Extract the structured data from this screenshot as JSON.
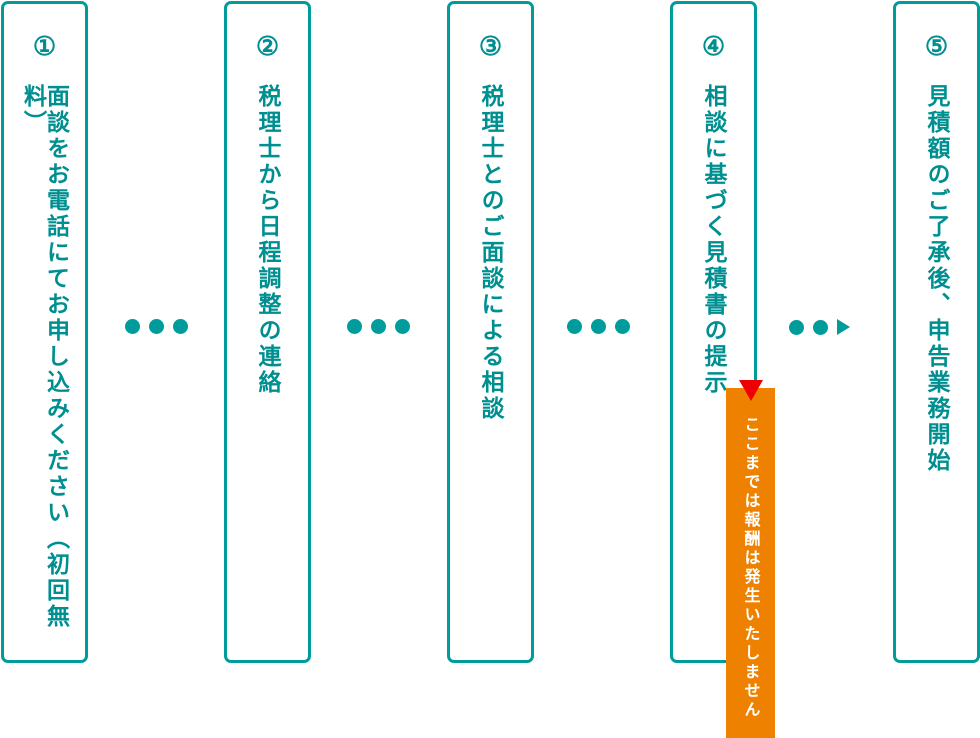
{
  "steps": [
    {
      "number": "①",
      "text": "面談をお電話にてお申し込みください（初回無料）"
    },
    {
      "number": "②",
      "text": "税理士から日程調整の連絡"
    },
    {
      "number": "③",
      "text": "税理士とのご面談による相談"
    },
    {
      "number": "④",
      "text": "相談に基づく見積書の提示"
    },
    {
      "number": "⑤",
      "text": "見積額のご了承後、申告業務開始"
    }
  ],
  "note": {
    "text": "ここまでは報酬は発生いたしません"
  },
  "colors": {
    "teal": "#009b9b",
    "orange": "#ee8200",
    "red": "#ee0000"
  }
}
